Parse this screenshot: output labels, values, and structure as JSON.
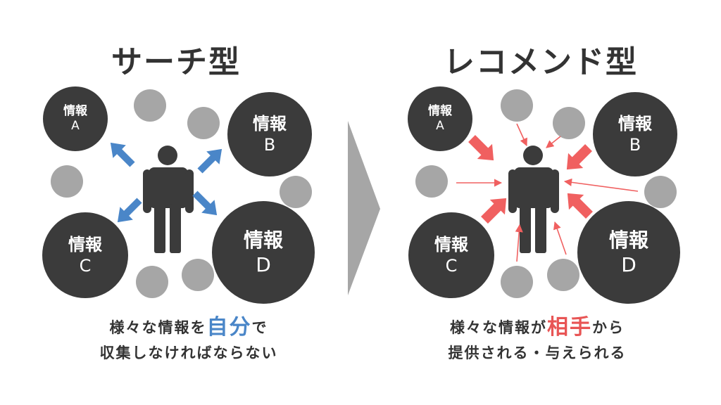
{
  "left": {
    "title": "サーチ型",
    "circles": {
      "a": {
        "label": "情報",
        "letter": "A"
      },
      "b": {
        "label": "情報",
        "letter": "B"
      },
      "c": {
        "label": "情報",
        "letter": "C"
      },
      "d": {
        "label": "情報",
        "letter": "D"
      }
    },
    "caption": {
      "line1_pre": "様々な情報を",
      "highlight": "自分",
      "line1_post": "で",
      "line2": "収集しなければならない"
    }
  },
  "right": {
    "title": "レコメンド型",
    "circles": {
      "a": {
        "label": "情報",
        "letter": "A"
      },
      "b": {
        "label": "情報",
        "letter": "B"
      },
      "c": {
        "label": "情報",
        "letter": "C"
      },
      "d": {
        "label": "情報",
        "letter": "D"
      }
    },
    "caption": {
      "line1_pre": "様々な情報が",
      "highlight": "相手",
      "line1_post": "から",
      "line2": "提供される・与えられる"
    }
  },
  "colors": {
    "info_circle": "#3b3b3b",
    "grey_circle": "#a6a6a6",
    "blue_arrow": "#4a86c8",
    "red_arrow": "#f06060",
    "transition_arrow": "#a6a6a6",
    "person": "#3b3b3b"
  }
}
